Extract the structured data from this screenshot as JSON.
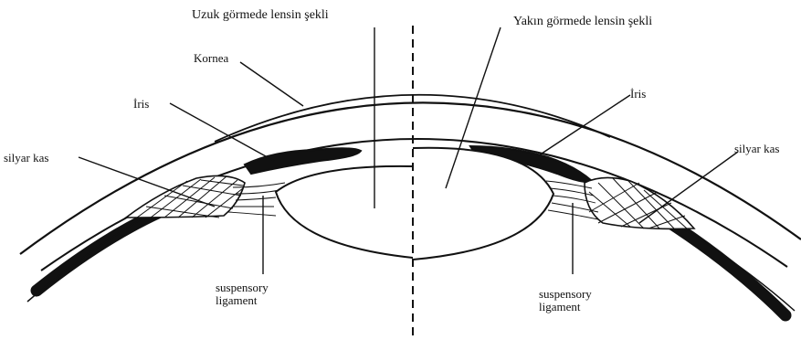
{
  "labels": {
    "far_title": "Uzuk görmede lensin şekli",
    "near_title": "Yakın görmede lensin şekli",
    "cornea": "Kornea",
    "iris_left": "İris",
    "iris_right": "İris",
    "ciliary_left": "silyar kas",
    "ciliary_right": "silyar kas",
    "ligament_left_line1": "suspensory",
    "ligament_left_line2": "ligament",
    "ligament_right_line1": "suspensory",
    "ligament_right_line2": "ligament"
  },
  "colors": {
    "ink": "#111111",
    "paper": "#ffffff"
  }
}
